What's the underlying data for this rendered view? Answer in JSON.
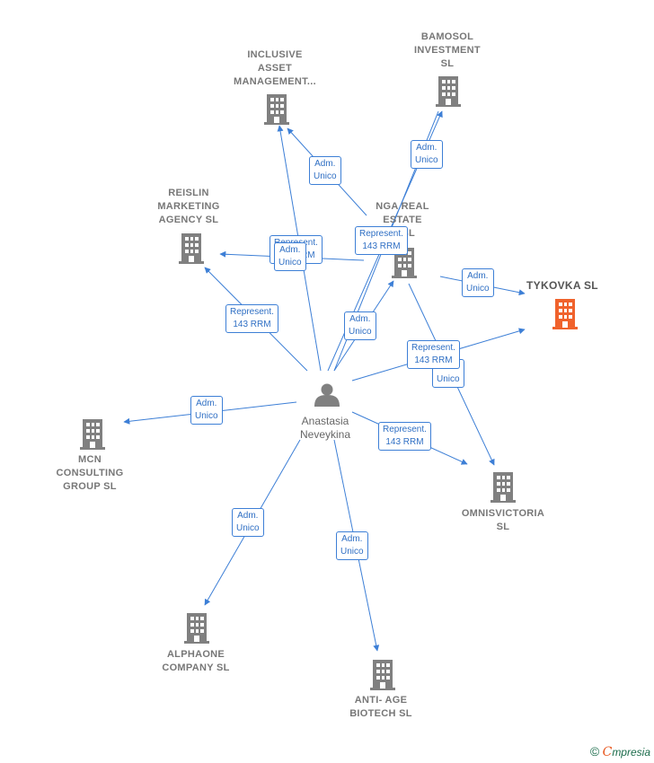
{
  "person": {
    "name_line1": "Anastasia",
    "name_line2": "Neveykina"
  },
  "companies": [
    {
      "id": "inclusive",
      "lines": [
        "INCLUSIVE",
        "ASSET",
        "MANAGEMENT..."
      ]
    },
    {
      "id": "bamosol",
      "lines": [
        "BAMOSOL",
        "INVESTMENT",
        "SL"
      ]
    },
    {
      "id": "reislin",
      "lines": [
        "REISLIN",
        "MARKETING",
        "AGENCY  SL"
      ]
    },
    {
      "id": "nga",
      "lines": [
        "NGA REAL",
        "ESTATE",
        "...  SL"
      ]
    },
    {
      "id": "tykovka",
      "lines": [
        "TYKOVKA  SL"
      ]
    },
    {
      "id": "mcn",
      "lines": [
        "MCN",
        "CONSULTING",
        "GROUP  SL"
      ]
    },
    {
      "id": "omnisvictoria",
      "lines": [
        "OMNISVICTORIA",
        "SL"
      ]
    },
    {
      "id": "alphaone",
      "lines": [
        "ALPHAONE",
        "COMPANY  SL"
      ]
    },
    {
      "id": "antiage",
      "lines": [
        "ANTI- AGE",
        "BIOTECH  SL"
      ]
    }
  ],
  "edge_labels": {
    "adm": [
      "Adm.",
      "Unico"
    ],
    "rep": [
      "Represent.",
      "143 RRM"
    ]
  },
  "colors": {
    "edge": "#3d7fd6",
    "building": "#808080",
    "highlight": "#f0622c"
  },
  "footer": {
    "copyright": "©",
    "brand_first": "C",
    "brand_rest": "mpresia"
  }
}
